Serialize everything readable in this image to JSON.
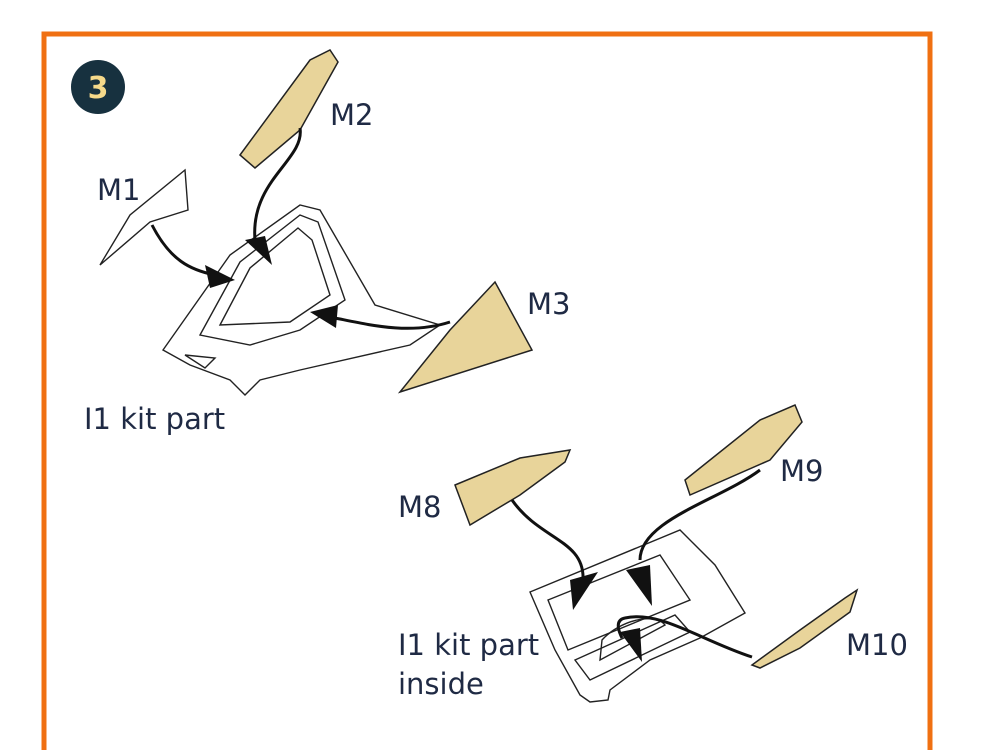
{
  "step": {
    "number": "3"
  },
  "labels": {
    "m1": "M1",
    "m2": "M2",
    "m3": "M3",
    "m8": "M8",
    "m9": "M9",
    "m10": "M10",
    "kit_part_top": "I1 kit part",
    "kit_part_bottom_line1": "I1 kit part",
    "kit_part_bottom_line2": "inside"
  },
  "colors": {
    "frame": "#f07012",
    "badge": "#17313f",
    "badge_text": "#f5d98a",
    "mask_fill": "#e8d49a"
  }
}
